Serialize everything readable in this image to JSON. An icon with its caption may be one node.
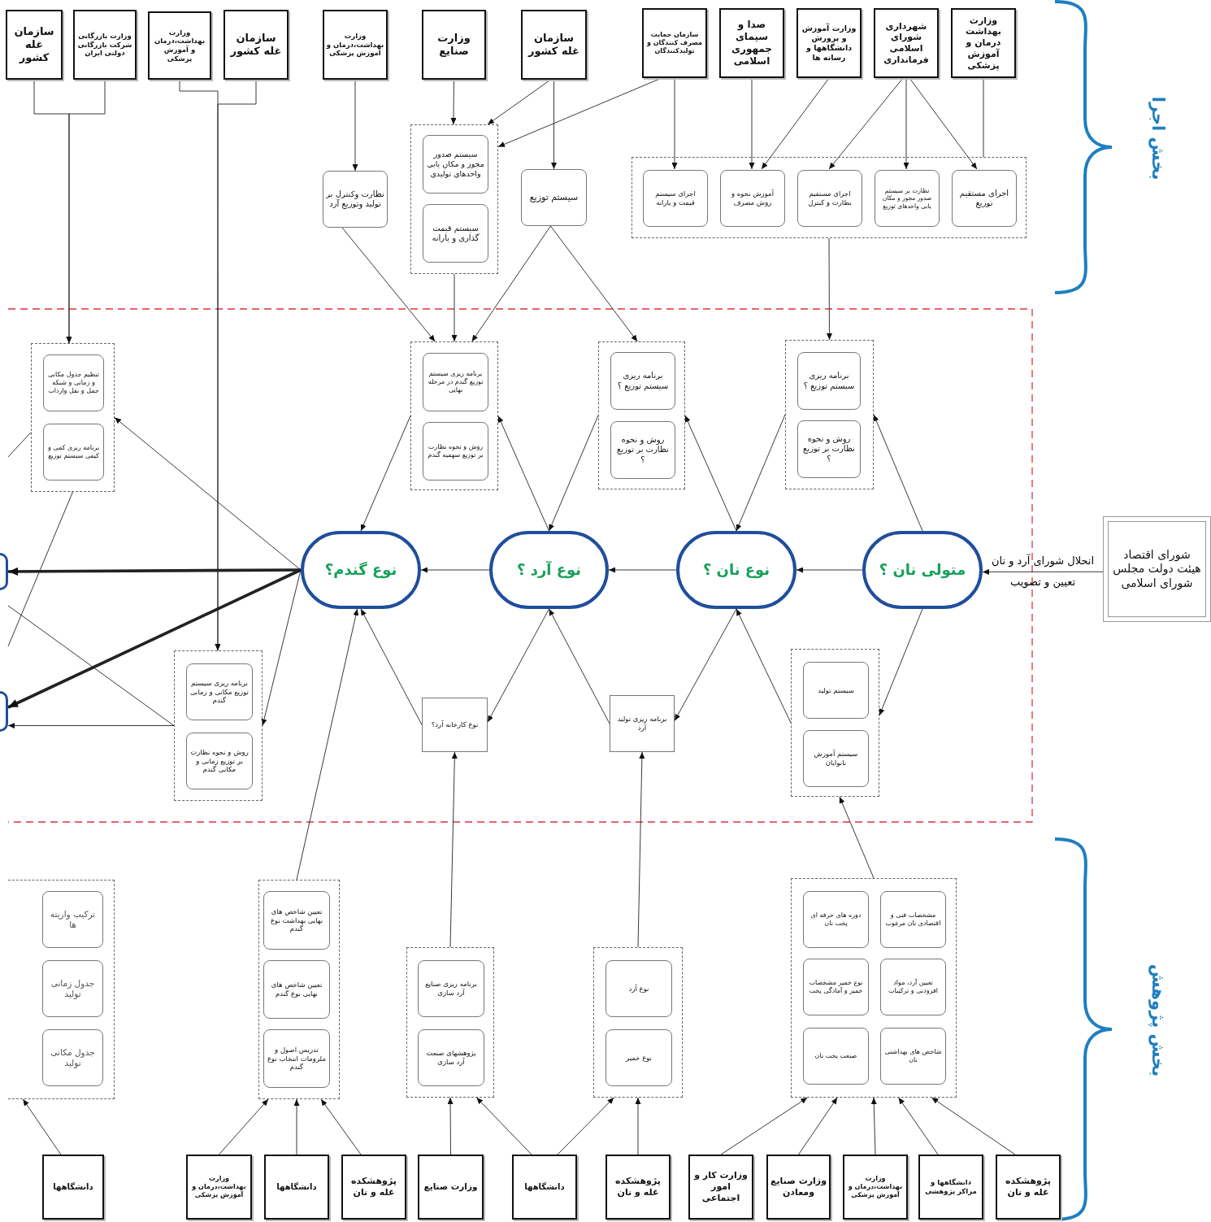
{
  "diagram": {
    "nodes": [
      {
        "text": [
          "سازمان غله کشور"
        ]
      },
      {
        "text": [
          "وزارت بازرگانی شرکت بازرگانی دولتی ایران"
        ]
      },
      {
        "text": [
          "وزارت بهداشت،درمان و آموزش پزشکی"
        ]
      },
      {
        "text": [
          "سازمان غله کشور"
        ]
      },
      {
        "text": [
          "وزارت بهداشت،درمان و آموزش پزشکی"
        ]
      },
      {
        "text": [
          "وزارت صنایع"
        ]
      },
      {
        "text": [
          "سازمان غله کشور"
        ]
      },
      {
        "text": [
          "سازمان حمایت مصرف کنندگان و تولیدکنندگان"
        ]
      },
      {
        "text": [
          "صدا و سیمای جمهوری اسلامی"
        ]
      },
      {
        "text": [
          "وزارت آموزش و پرورش دانشگاهها و رسانه ها"
        ]
      },
      {
        "text": [
          "شهرداری شورای اسلامی فرمانداری"
        ]
      },
      {
        "text": [
          "وزارت بهداشت درمان و آموزش پزشکی"
        ]
      },
      {
        "text": [
          "نظارت وکنترل بر تولید وتوزیع آرد"
        ]
      },
      {
        "text": [],
        "shape": "box"
      },
      {
        "text": [
          "سیستم صدور مجوز و مکان یابی واحدهای تولیدی"
        ],
        "in": 13
      },
      {
        "text": [
          "سیستم قیمت گذاری و یارانه"
        ],
        "in": 13
      },
      {
        "text": [
          "سیستم توزیع"
        ]
      },
      {
        "text": [],
        "shape": "box"
      },
      {
        "text": [
          "اجرای سیستم قیمت و یارانه"
        ],
        "in": 17
      },
      {
        "text": [
          "آموزش نحوه و روش مصرف"
        ],
        "in": 17
      },
      {
        "text": [
          "اجرای مستقیم نظارت و کنترل"
        ],
        "in": 17
      },
      {
        "text": [
          "نظارت بر سیستم صدور مجوز و مکان یابی واحدهای توزیع"
        ],
        "in": 17
      },
      {
        "text": [
          "اجرای مستقیم توزیع"
        ],
        "in": 17
      },
      {
        "text": [],
        "shape": "box"
      },
      {
        "text": [
          "تنظیم جدول مکانی و زمانی و شبکه حمل و نقل واردات"
        ],
        "in": 23
      },
      {
        "text": [
          "برنامه ریزی کمی و کیفی سیستم توزیع"
        ],
        "in": 23
      },
      {
        "text": [],
        "shape": "box"
      },
      {
        "text": [
          "برنامه ریزی سیستم توزیع گندم در مرحله نهایی"
        ],
        "in": 26
      },
      {
        "text": [
          "روش و نحوه نظارت بر توزیع سهمیه گندم"
        ],
        "in": 26
      },
      {
        "text": [],
        "shape": "box"
      },
      {
        "text": [
          "برنامه ریزی سیستم توزیع ؟"
        ],
        "in": 29
      },
      {
        "text": [
          "روش و نحوه نظارت بر توزیع ؟"
        ],
        "in": 29
      },
      {
        "text": [],
        "shape": "box"
      },
      {
        "text": [
          "برنامه ریزی سیستم توزیع ؟"
        ],
        "in": 32
      },
      {
        "text": [
          "روش و نحوه نظارت بر توزیع ؟"
        ],
        "in": 32
      },
      {
        "text": [
          "نوع گندم؟"
        ]
      },
      {
        "text": [
          "نوع آرد ؟"
        ]
      },
      {
        "text": [
          "نوع نان ؟"
        ]
      },
      {
        "text": [
          "متولی نان ؟"
        ]
      },
      {
        "text": [
          "شورای اقتصاد هیئت دولت مجلس شورای اسلامی"
        ]
      },
      {
        "text": [],
        "shape": "box"
      },
      {
        "text": [
          "برنامه ریزی سیستم توزیع مکانی و زمانی گندم"
        ],
        "in": 40
      },
      {
        "text": [
          "روش و نحوه نظارت بر توزیع زمانی و مکانی گندم"
        ],
        "in": 40
      },
      {
        "text": [
          "نوع کارخانه آرد؟"
        ]
      },
      {
        "text": [
          "برنامه ریزی تولید آرد"
        ]
      },
      {
        "text": [],
        "shape": "box"
      },
      {
        "text": [
          "سیستم تولید"
        ],
        "in": 45
      },
      {
        "text": [
          "سیستم آموزش نانوایان"
        ],
        "in": 45
      },
      {
        "text": [],
        "shape": "box"
      },
      {
        "text": [
          "ترکیب واریته ها"
        ],
        "in": 48
      },
      {
        "text": [
          "جدول زمانی تولید"
        ],
        "in": 48
      },
      {
        "text": [
          "جدول مکانی تولید"
        ],
        "in": 48
      },
      {
        "text": [],
        "shape": "box"
      },
      {
        "text": [
          "تعیین شاخص های نهایی بهداشت نوع گندم"
        ],
        "in": 52
      },
      {
        "text": [
          "تعیین شاخص های نهایی نوع گندم"
        ],
        "in": 52
      },
      {
        "text": [
          "تدریس اصول و ملزومات انتخاب نوع گندم"
        ],
        "in": 52
      },
      {
        "text": [],
        "shape": "box"
      },
      {
        "text": [
          "برنامه ریزی صنایع آرد سازی"
        ],
        "in": 56
      },
      {
        "text": [
          "پژوهشهای صنعت آرد سازی"
        ],
        "in": 56
      },
      {
        "text": [],
        "shape": "box"
      },
      {
        "text": [
          "نوع آرد"
        ],
        "in": 59
      },
      {
        "text": [
          "نوع خمیر"
        ],
        "in": 59
      },
      {
        "text": [],
        "shape": "box"
      },
      {
        "text": [
          "دوره های حرفه ای پخت نان"
        ],
        "in": 62
      },
      {
        "text": [
          "مشخصات فنی و اقتصادی نان مرغوب"
        ],
        "in": 62
      },
      {
        "text": [
          "نوع خمیر مشخصات خمیر و آمادگی پخت"
        ],
        "in": 62
      },
      {
        "text": [
          "تعیین آرد، مواد افزودنی و ترکیبات"
        ],
        "in": 62
      },
      {
        "text": [
          "صنعت پخت نان"
        ],
        "in": 62
      },
      {
        "text": [
          "شاخص های بهداشتی نان"
        ],
        "in": 62
      },
      {
        "text": [
          "دانشگاهها"
        ]
      },
      {
        "text": [
          "وزارت بهداشت،درمان و آموزش پزشکی"
        ]
      },
      {
        "text": [
          "دانشگاهها"
        ]
      },
      {
        "text": [
          "پژوهشکده غله و نان"
        ]
      },
      {
        "text": [
          "وزارت صنایع"
        ]
      },
      {
        "text": [
          "دانشگاهها"
        ]
      },
      {
        "text": [
          "پژوهشکده غله و نان"
        ]
      },
      {
        "text": [
          "وزارت کار و امور اجتماعی"
        ]
      },
      {
        "text": [
          "وزارت صنایع ومعادن"
        ]
      },
      {
        "text": [
          "وزارت بهداشت،درمان و آموزش پزشکی"
        ]
      },
      {
        "text": [
          "دانشگاهها و مراکز پژوهشی"
        ]
      },
      {
        "text": [
          "پژوهشکده غله و نان"
        ]
      },
      {
        "text": [],
        "shape": "oval"
      },
      {
        "text": [],
        "shape": "oval"
      }
    ],
    "edges": [
      {
        "from": 0,
        "to": 23,
        "arrow": "to"
      },
      {
        "from": 1,
        "to": 23,
        "arrow": "to"
      },
      {
        "from": 2,
        "to": 40,
        "arrow": "to"
      },
      {
        "from": 3,
        "to": 40,
        "arrow": "to"
      },
      {
        "from": 4,
        "to": 12,
        "arrow": "to"
      },
      {
        "from": 5,
        "to": 13,
        "arrow": "to"
      },
      {
        "from": 6,
        "to": 13,
        "arrow": "to"
      },
      {
        "from": 7,
        "to": 13,
        "arrow": "to"
      },
      {
        "from": 7,
        "to": 18,
        "arrow": "to"
      },
      {
        "from": 6,
        "to": 16,
        "arrow": "to"
      },
      {
        "from": 8,
        "to": 19,
        "arrow": "to"
      },
      {
        "from": 9,
        "to": 19,
        "arrow": "to"
      },
      {
        "from": 10,
        "to": 20,
        "arrow": "to"
      },
      {
        "from": 10,
        "to": 21,
        "arrow": "to"
      },
      {
        "from": 10,
        "to": 22,
        "arrow": "to"
      },
      {
        "from": 11,
        "to": 17,
        "arrow": "none"
      },
      {
        "from": 12,
        "to": 26,
        "arrow": "to"
      },
      {
        "from": 13,
        "to": 26,
        "arrow": "to"
      },
      {
        "from": 16,
        "to": 26,
        "arrow": "to"
      },
      {
        "from": 16,
        "to": 29,
        "arrow": "to"
      },
      {
        "from": 17,
        "to": 32,
        "arrow": "to"
      },
      {
        "from": 26,
        "to": 35,
        "arrow": "to"
      },
      {
        "from": 36,
        "to": 26,
        "arrow": "to"
      },
      {
        "from": 29,
        "to": 36,
        "arrow": "to"
      },
      {
        "from": 37,
        "to": 29,
        "arrow": "to"
      },
      {
        "from": 32,
        "to": 37,
        "arrow": "to"
      },
      {
        "from": 38,
        "to": 32,
        "arrow": "to"
      },
      {
        "from": 43,
        "to": 35,
        "arrow": "to"
      },
      {
        "from": 36,
        "to": 43,
        "arrow": "to"
      },
      {
        "from": 44,
        "to": 36,
        "arrow": "to"
      },
      {
        "from": 37,
        "to": 44,
        "arrow": "to"
      },
      {
        "from": 45,
        "to": 37,
        "arrow": "to"
      },
      {
        "from": 38,
        "to": 45,
        "arrow": "to"
      },
      {
        "from": 38,
        "to": 37,
        "arrow": "to"
      },
      {
        "from": 37,
        "to": 36,
        "arrow": "to"
      },
      {
        "from": 36,
        "to": 35,
        "arrow": "to"
      },
      {
        "from": 39,
        "to": 38,
        "arrow": "to",
        "label": "انحلال شورای آرد و نان تعیین و تصویب"
      },
      {
        "from": 35,
        "to": 23,
        "arrow": "to"
      },
      {
        "from": 35,
        "to": 81,
        "arrow": "to",
        "style": "thick"
      },
      {
        "from": 35,
        "to": 82,
        "arrow": "to",
        "style": "thick"
      },
      {
        "from": 35,
        "to": 40,
        "arrow": "to"
      },
      {
        "from": 40,
        "to": 82,
        "arrow": "to"
      },
      {
        "from": 52,
        "to": 35,
        "arrow": "to"
      },
      {
        "from": 56,
        "to": 43,
        "arrow": "to"
      },
      {
        "from": 59,
        "to": 44,
        "arrow": "to"
      },
      {
        "from": 62,
        "to": 45,
        "arrow": "to"
      },
      {
        "from": 69,
        "to": 48,
        "arrow": "to"
      },
      {
        "from": 70,
        "to": 52,
        "arrow": "to"
      },
      {
        "from": 71,
        "to": 52,
        "arrow": "to"
      },
      {
        "from": 72,
        "to": 52,
        "arrow": "to"
      },
      {
        "from": 73,
        "to": 56,
        "arrow": "to"
      },
      {
        "from": 74,
        "to": 56,
        "arrow": "to"
      },
      {
        "from": 74,
        "to": 59,
        "arrow": "to"
      },
      {
        "from": 75,
        "to": 59,
        "arrow": "to"
      },
      {
        "from": 76,
        "to": 62,
        "arrow": "to"
      },
      {
        "from": 77,
        "to": 62,
        "arrow": "to"
      },
      {
        "from": 78,
        "to": 62,
        "arrow": "to"
      },
      {
        "from": 79,
        "to": 62,
        "arrow": "to"
      },
      {
        "from": 80,
        "to": 62,
        "arrow": "to"
      },
      {
        "from": 23,
        "to": null,
        "arrow": "none"
      },
      {
        "from": 23,
        "to": null,
        "arrow": "none"
      },
      {
        "from": 40,
        "to": null,
        "arrow": "none"
      }
    ],
    "labels": [
      "بخش اجرا",
      "بخش پژوهش"
    ]
  }
}
